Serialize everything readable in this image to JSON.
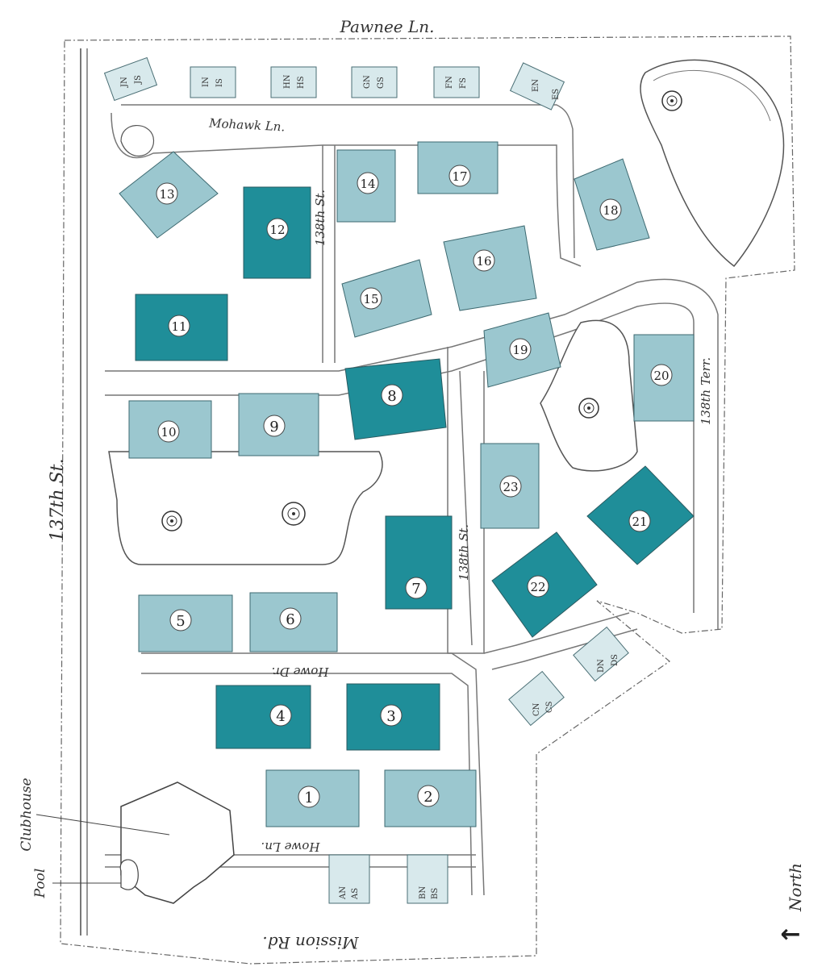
{
  "streets": {
    "pawnee": "Pawnee Ln.",
    "mohawk": "Mohawk Ln.",
    "st138_a": "138th St.",
    "st138_b": "138th St.",
    "terr138": "138th Terr.",
    "st137": "137th St.",
    "howe_dr": "Howe Dr.",
    "howe_ln": "Howe Ln.",
    "mission": "Mission Rd."
  },
  "labels": {
    "clubhouse": "Clubhouse",
    "pool": "Pool",
    "north": "North",
    "north_arrow": "←"
  },
  "buildings": [
    "1",
    "2",
    "3",
    "4",
    "5",
    "6",
    "7",
    "8",
    "9",
    "10",
    "11",
    "12",
    "13",
    "14",
    "15",
    "16",
    "17",
    "18",
    "19",
    "20",
    "21",
    "22",
    "23"
  ],
  "units": [
    "JN",
    "JS",
    "IN",
    "IS",
    "HN",
    "HS",
    "GN",
    "GS",
    "FN",
    "FS",
    "EN",
    "ES",
    "AN",
    "AS",
    "BN",
    "BS",
    "CN",
    "CS",
    "DN",
    "DS"
  ],
  "colors": {
    "dark": "#1f8e99",
    "light": "#9bc7cf",
    "road": "#ededed",
    "line": "#555555"
  }
}
